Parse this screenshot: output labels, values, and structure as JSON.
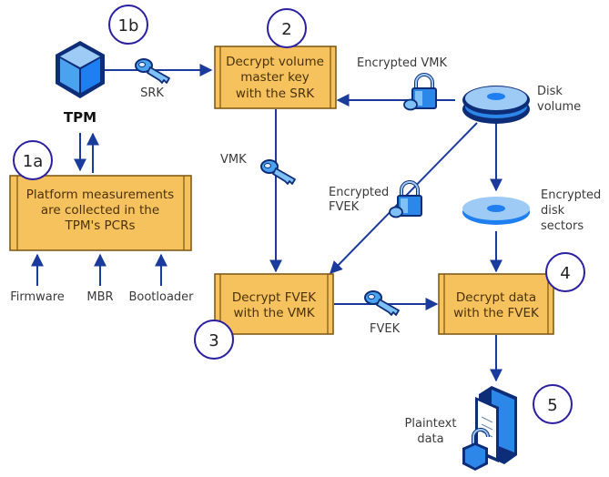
{
  "title": "BitLocker decryption flow with TPM",
  "colors": {
    "box_fill": "#f6c25e",
    "box_border": "#7a5410",
    "arrow": "#1a3b9c",
    "circle": "#2a1fa0",
    "icon_light": "#9ecbf5",
    "icon_mid": "#2c87e8",
    "icon_dark": "#0e2d78"
  },
  "steps": {
    "s1a": "1a",
    "s1b": "1b",
    "s2": "2",
    "s3": "3",
    "s4": "4",
    "s5": "5"
  },
  "tpm": {
    "label": "TPM"
  },
  "boxes": {
    "platform": [
      "Platform measurements",
      "are collected in the",
      "TPM's PCRs"
    ],
    "decrypt_vmk": [
      "Decrypt volume",
      "master key",
      "with the SRK"
    ],
    "decrypt_fvek": [
      "Decrypt FVEK",
      "with the VMK"
    ],
    "decrypt_data": [
      "Decrypt data",
      "with the FVEK"
    ]
  },
  "labels": {
    "srk": "SRK",
    "vmk": "VMK",
    "fvek": "FVEK",
    "encrypted_vmk": "Encrypted VMK",
    "encrypted_fvek": [
      "Encrypted",
      "FVEK"
    ],
    "disk_volume": [
      "Disk",
      "volume"
    ],
    "encrypted_sectors": [
      "Encrypted",
      "disk",
      "sectors"
    ],
    "plaintext": [
      "Plaintext",
      "data"
    ],
    "firmware": "Firmware",
    "mbr": "MBR",
    "bootloader": "Bootloader"
  }
}
